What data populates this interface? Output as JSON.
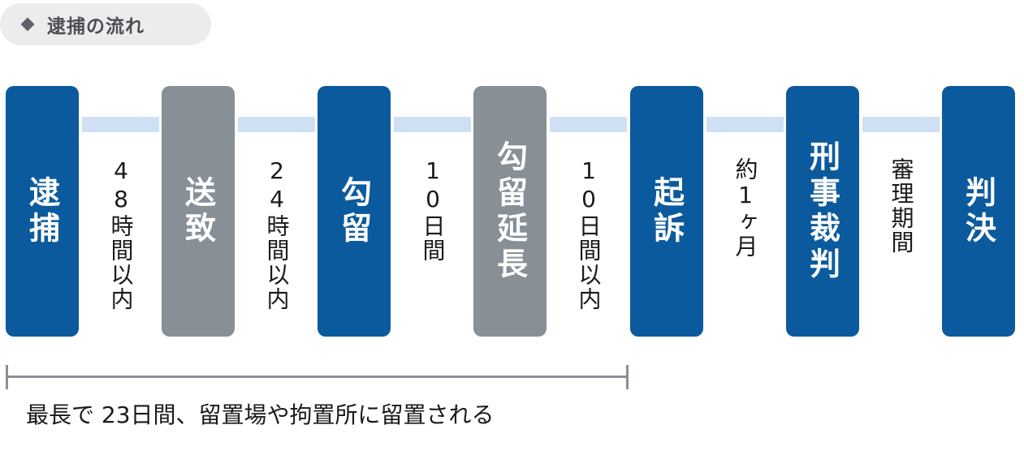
{
  "header": {
    "title": "逮捕の流れ"
  },
  "steps": [
    {
      "label": "逮捕",
      "color": "#0b5a9d"
    },
    {
      "label": "送致",
      "color": "#878f97"
    },
    {
      "label": "勾留",
      "color": "#0b5a9d"
    },
    {
      "label": "勾留延長",
      "color": "#878f97"
    },
    {
      "label": "起訴",
      "color": "#0b5a9d"
    },
    {
      "label": "刑事裁判",
      "color": "#0b5a9d"
    },
    {
      "label": "判決",
      "color": "#0b5a9d"
    }
  ],
  "periods": [
    "48時間以内",
    "24時間以内",
    "10日間",
    "10日間以内",
    "約1ヶ月",
    "審理期間"
  ],
  "note": "最長で 23日間、留置場や拘置所に留置される"
}
